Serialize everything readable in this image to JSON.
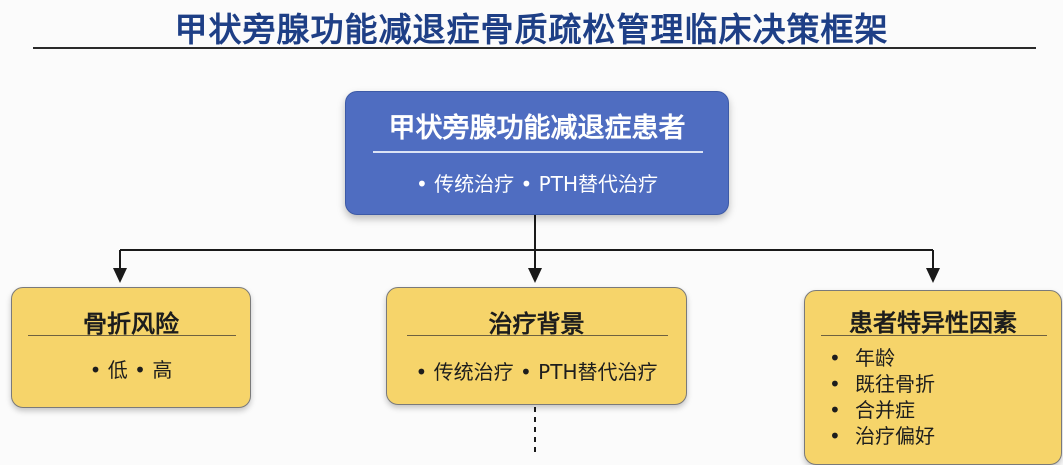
{
  "title": "甲状旁腺功能减退症骨质疏松管理临床决策框架",
  "root": {
    "title": "甲状旁腺功能减退症患者",
    "body": "• 传统治疗 • PTH替代治疗"
  },
  "branches": {
    "fracture_risk": {
      "title": "骨折风险",
      "body": "• 低 • 高"
    },
    "treatment_background": {
      "title": "治疗背景",
      "body": "• 传统治疗 • PTH替代治疗"
    },
    "patient_factors": {
      "title": "患者特异性因素",
      "bullet": "•",
      "items": [
        "年龄",
        "既往骨折",
        "合并症",
        "治疗偏好"
      ]
    }
  },
  "colors": {
    "title": "#1e3f86",
    "root_fill": "#4f6dc1",
    "branch_fill": "#f6d46a",
    "connector": "#1a1a1a"
  }
}
